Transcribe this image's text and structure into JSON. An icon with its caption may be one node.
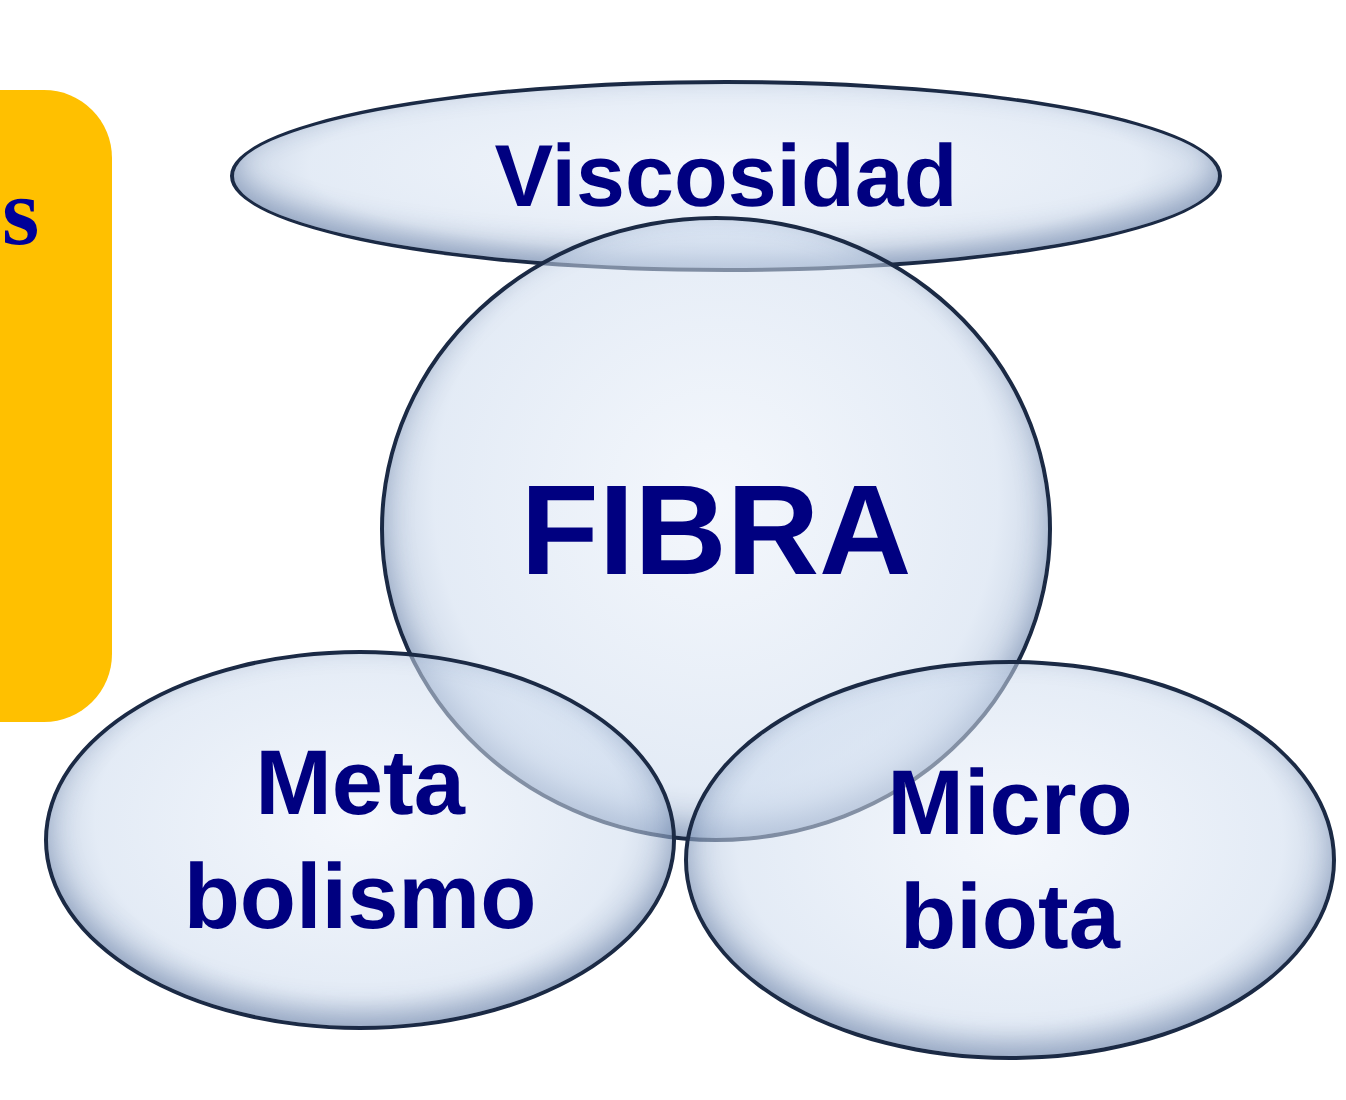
{
  "diagram": {
    "nodes": [
      {
        "text": [
          "s"
        ]
      },
      {
        "text": [
          "Viscosidad"
        ]
      },
      {
        "text": [
          "FIBRA"
        ]
      },
      {
        "text": [
          "Meta bolismo"
        ]
      },
      {
        "text": [
          "Micro biota"
        ]
      }
    ]
  }
}
